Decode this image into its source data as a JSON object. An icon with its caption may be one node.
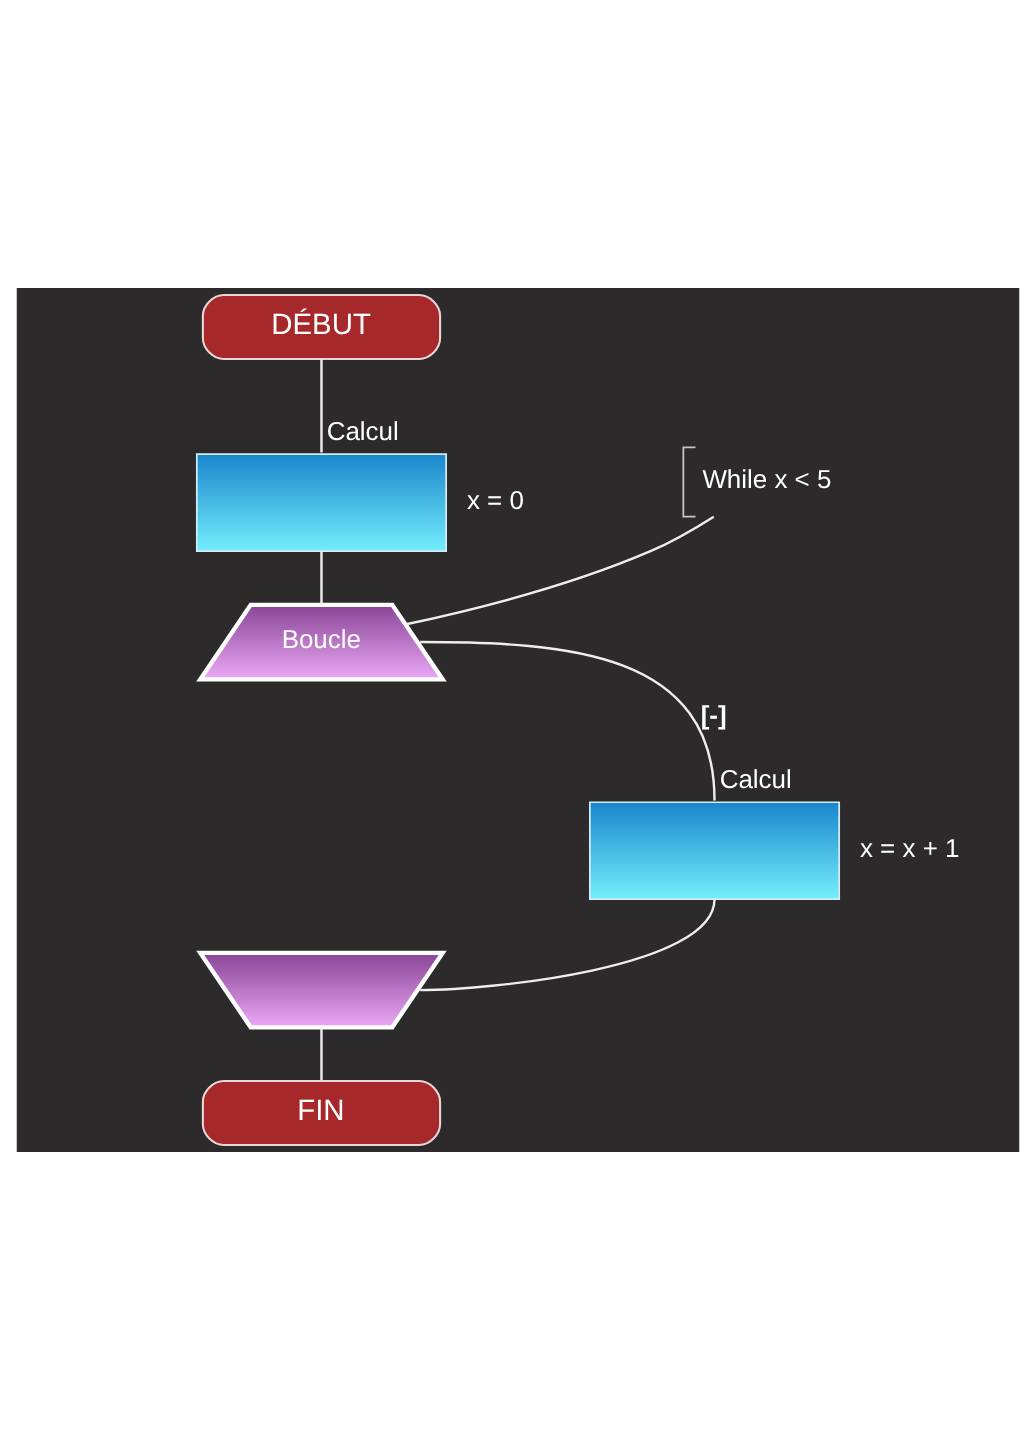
{
  "diagram": {
    "nodes": [
      {
        "text": [
          "DÉBUT"
        ]
      },
      {
        "text": [
          "Calcul"
        ],
        "beside": [
          "x = 0"
        ]
      },
      {
        "text": [
          "Boucle"
        ]
      },
      {
        "text": [
          "While x < 5"
        ]
      },
      {
        "text": [
          "Calcul"
        ],
        "beside": [
          "x = x + 1"
        ]
      },
      {
        "text": [],
        "shape": "trapezoid"
      },
      {
        "text": [
          "FIN"
        ]
      }
    ],
    "edges": [
      {
        "from": 0,
        "to": 1,
        "arrow": "none"
      },
      {
        "from": 1,
        "to": 2,
        "arrow": "none"
      },
      {
        "from": 3,
        "to": 2,
        "arrow": "none"
      },
      {
        "from": 2,
        "to": 4,
        "arrow": "none",
        "label": "[-]"
      },
      {
        "from": 4,
        "to": 5,
        "arrow": "none"
      },
      {
        "from": 5,
        "to": 6,
        "arrow": "none"
      }
    ]
  }
}
